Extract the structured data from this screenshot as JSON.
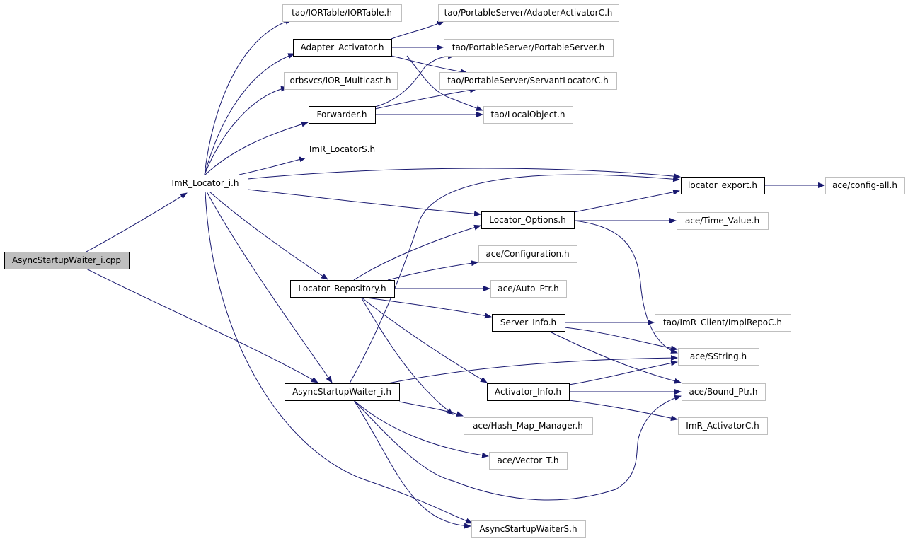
{
  "colors": {
    "edge": "#191970",
    "root_fill": "#bfbfbf",
    "box_border": "#000000",
    "external_border": "#bfbfbf",
    "background": "#ffffff"
  },
  "nodes": [
    {
      "id": "root",
      "label": "AsyncStartupWaiter_i.cpp",
      "kind": "root"
    },
    {
      "id": "locator_i",
      "label": "ImR_Locator_i.h",
      "kind": "local"
    },
    {
      "id": "iortable",
      "label": "tao/IORTable/IORTable.h",
      "kind": "external"
    },
    {
      "id": "adapter",
      "label": "Adapter_Activator.h",
      "kind": "local"
    },
    {
      "id": "orbsvcs",
      "label": "orbsvcs/IOR_Multicast.h",
      "kind": "external"
    },
    {
      "id": "forwarder",
      "label": "Forwarder.h",
      "kind": "local"
    },
    {
      "id": "locatorS",
      "label": "ImR_LocatorS.h",
      "kind": "external"
    },
    {
      "id": "adapterC",
      "label": "tao/PortableServer/AdapterActivatorC.h",
      "kind": "external"
    },
    {
      "id": "portable",
      "label": "tao/PortableServer/PortableServer.h",
      "kind": "external"
    },
    {
      "id": "servantC",
      "label": "tao/PortableServer/ServantLocatorC.h",
      "kind": "external"
    },
    {
      "id": "localobj",
      "label": "tao/LocalObject.h",
      "kind": "external"
    },
    {
      "id": "lexport",
      "label": "locator_export.h",
      "kind": "local"
    },
    {
      "id": "configall",
      "label": "ace/config-all.h",
      "kind": "external"
    },
    {
      "id": "loptions",
      "label": "Locator_Options.h",
      "kind": "local"
    },
    {
      "id": "timevalue",
      "label": "ace/Time_Value.h",
      "kind": "external"
    },
    {
      "id": "configuration",
      "label": "ace/Configuration.h",
      "kind": "external"
    },
    {
      "id": "lrepo",
      "label": "Locator_Repository.h",
      "kind": "local"
    },
    {
      "id": "autoptr",
      "label": "ace/Auto_Ptr.h",
      "kind": "external"
    },
    {
      "id": "serverinfo",
      "label": "Server_Info.h",
      "kind": "local"
    },
    {
      "id": "implrepoC",
      "label": "tao/ImR_Client/ImplRepoC.h",
      "kind": "external"
    },
    {
      "id": "sstring",
      "label": "ace/SString.h",
      "kind": "external"
    },
    {
      "id": "asyncH",
      "label": "AsyncStartupWaiter_i.h",
      "kind": "local"
    },
    {
      "id": "actinfo",
      "label": "Activator_Info.h",
      "kind": "local"
    },
    {
      "id": "boundptr",
      "label": "ace/Bound_Ptr.h",
      "kind": "external"
    },
    {
      "id": "hashmap",
      "label": "ace/Hash_Map_Manager.h",
      "kind": "external"
    },
    {
      "id": "activatorC",
      "label": "ImR_ActivatorC.h",
      "kind": "external"
    },
    {
      "id": "vector",
      "label": "ace/Vector_T.h",
      "kind": "external"
    },
    {
      "id": "asyncS",
      "label": "AsyncStartupWaiterS.h",
      "kind": "external"
    }
  ],
  "edges": [
    {
      "from": "root",
      "to": "locator_i"
    },
    {
      "from": "root",
      "to": "asyncH"
    },
    {
      "from": "locator_i",
      "to": "iortable"
    },
    {
      "from": "locator_i",
      "to": "adapter"
    },
    {
      "from": "locator_i",
      "to": "orbsvcs"
    },
    {
      "from": "locator_i",
      "to": "forwarder"
    },
    {
      "from": "locator_i",
      "to": "locatorS"
    },
    {
      "from": "locator_i",
      "to": "lexport"
    },
    {
      "from": "locator_i",
      "to": "loptions"
    },
    {
      "from": "locator_i",
      "to": "lrepo"
    },
    {
      "from": "locator_i",
      "to": "asyncH"
    },
    {
      "from": "locator_i",
      "to": "asyncS"
    },
    {
      "from": "adapter",
      "to": "adapterC"
    },
    {
      "from": "adapter",
      "to": "portable"
    },
    {
      "from": "adapter",
      "to": "servantC"
    },
    {
      "from": "adapter",
      "to": "localobj"
    },
    {
      "from": "forwarder",
      "to": "portable"
    },
    {
      "from": "forwarder",
      "to": "servantC"
    },
    {
      "from": "forwarder",
      "to": "localobj"
    },
    {
      "from": "lexport",
      "to": "configall"
    },
    {
      "from": "loptions",
      "to": "lexport"
    },
    {
      "from": "loptions",
      "to": "timevalue"
    },
    {
      "from": "loptions",
      "to": "sstring"
    },
    {
      "from": "lrepo",
      "to": "loptions"
    },
    {
      "from": "lrepo",
      "to": "configuration"
    },
    {
      "from": "lrepo",
      "to": "autoptr"
    },
    {
      "from": "lrepo",
      "to": "serverinfo"
    },
    {
      "from": "lrepo",
      "to": "actinfo"
    },
    {
      "from": "lrepo",
      "to": "hashmap"
    },
    {
      "from": "serverinfo",
      "to": "implrepoC"
    },
    {
      "from": "serverinfo",
      "to": "sstring"
    },
    {
      "from": "serverinfo",
      "to": "boundptr"
    },
    {
      "from": "actinfo",
      "to": "sstring"
    },
    {
      "from": "actinfo",
      "to": "boundptr"
    },
    {
      "from": "actinfo",
      "to": "activatorC"
    },
    {
      "from": "asyncH",
      "to": "lexport"
    },
    {
      "from": "asyncH",
      "to": "sstring"
    },
    {
      "from": "asyncH",
      "to": "hashmap"
    },
    {
      "from": "asyncH",
      "to": "vector"
    },
    {
      "from": "asyncH",
      "to": "boundptr"
    },
    {
      "from": "asyncH",
      "to": "asyncS"
    }
  ]
}
